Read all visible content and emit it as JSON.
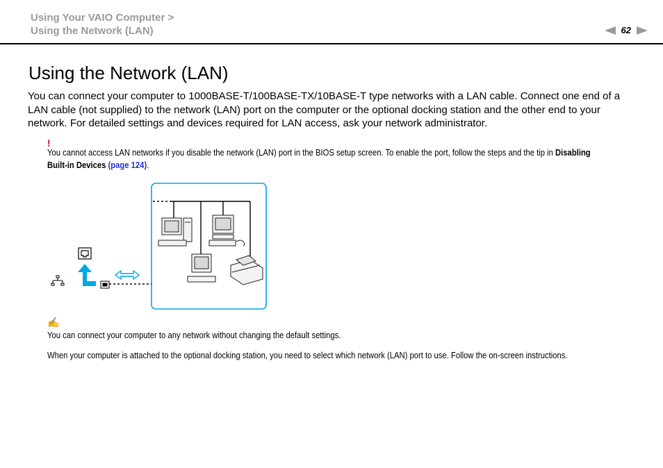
{
  "header": {
    "breadcrumb_line1": "Using Your VAIO Computer >",
    "breadcrumb_line2": "Using the Network (LAN)",
    "page_number": "62"
  },
  "title": "Using the Network (LAN)",
  "intro": "You can connect your computer to 1000BASE-T/100BASE-TX/10BASE-T type networks with a LAN cable. Connect one end of a LAN cable (not supplied) to the network (LAN) port on the computer or the optional docking station and the other end to your network. For detailed settings and devices required for LAN access, ask your network administrator.",
  "warning": {
    "mark": "!",
    "text_before": "You cannot access LAN networks if you disable the network (LAN) port in the BIOS setup screen. To enable the port, follow the steps and the tip in ",
    "bold_text": "Disabling Built-in Devices",
    "link_text": "(page 124)",
    "text_after": "."
  },
  "notes": {
    "mark": "✍",
    "note1": "You can connect your computer to any network without changing the default settings.",
    "note2": "When your computer is attached to the optional docking station, you need to select which network (LAN) port to use. Follow the on-screen instructions."
  },
  "colors": {
    "accent_blue": "#00a6e6",
    "warning_red": "#d0001c",
    "link_blue": "#2233cc",
    "header_gray": "#9a9a9a"
  },
  "icons": [
    "network-port-icon",
    "lan-socket-icon",
    "lan-cable-plug-icon",
    "connection-arrow-icon",
    "desktop-computer-icon",
    "printer-icon"
  ]
}
